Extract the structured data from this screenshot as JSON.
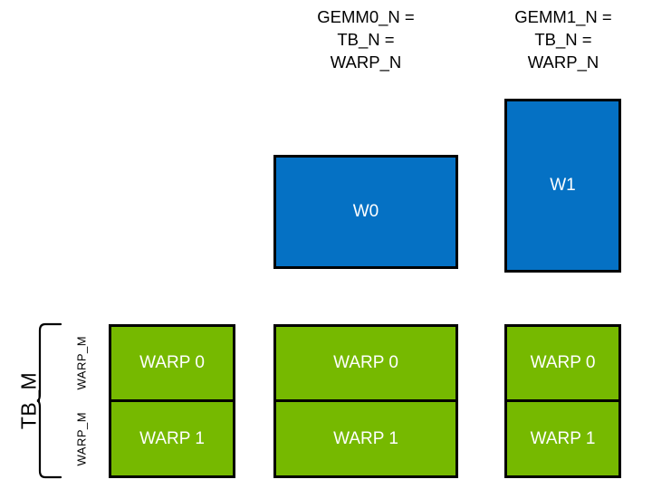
{
  "diagram": {
    "title_hidden": "",
    "columns": [
      {
        "id": "col-0",
        "caption": ""
      },
      {
        "id": "col-1",
        "caption": "GEMM0_N =\nTB_N =\nWARP_N"
      },
      {
        "id": "col-2",
        "caption": "GEMM1_N =\nTB_N =\nWARP_N"
      }
    ],
    "blue_boxes": [
      {
        "id": "w0",
        "label": "W0"
      },
      {
        "id": "w1",
        "label": "W1"
      }
    ],
    "green_columns": [
      {
        "id": "green-col-0",
        "cells": [
          {
            "label": "WARP 0"
          },
          {
            "label": "WARP 1"
          }
        ]
      },
      {
        "id": "green-col-1",
        "cells": [
          {
            "label": "WARP 0"
          },
          {
            "label": "WARP 1"
          }
        ]
      },
      {
        "id": "green-col-2",
        "cells": [
          {
            "label": "WARP 0"
          },
          {
            "label": "WARP 1"
          }
        ]
      }
    ],
    "side_labels": {
      "tb_m": "TB_M",
      "warp_m_top": "WARP_M",
      "warp_m_bottom": "WARP_M"
    },
    "colors": {
      "blue_fill": "#0571c4",
      "green_fill": "#76b900",
      "outline": "#000000",
      "box_text": "#ffffff",
      "caption_text": "#000000",
      "background": "#ffffff"
    }
  }
}
